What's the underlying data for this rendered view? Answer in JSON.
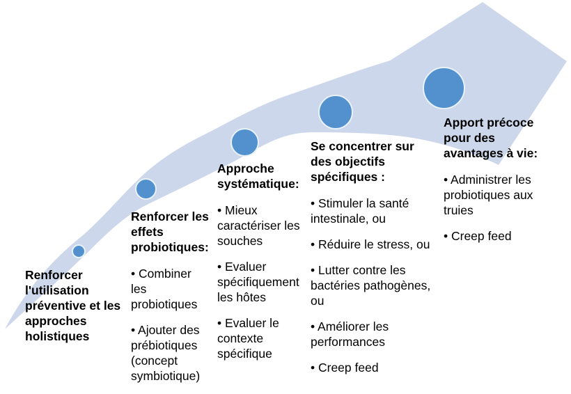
{
  "diagram_title": "",
  "colors": {
    "arrow_band": "#CDD7EB",
    "circle_fill": "#5291CD",
    "circle_ring": "#E9F1F9",
    "text": "#000000"
  },
  "arrow": {
    "description": "upward curving swoosh arrow pointing to top-right",
    "direction": "up-right"
  },
  "stages": [
    {
      "title": "Renforcer l'utilisation préventive et les approches holistiques",
      "title_lines": [
        "Renforcer",
        "l'utilisation",
        "préventive et les",
        "approches",
        "holistiques"
      ],
      "bullets": []
    },
    {
      "title": "Renforcer les effets probiotiques:",
      "title_lines": [
        "Renforcer les",
        "effets",
        "probiotiques:"
      ],
      "bullets": [
        [
          "• Combiner",
          "les",
          "probiotiques"
        ],
        [
          "• Ajouter des",
          "prébiotiques",
          "(concept",
          "symbiotique)"
        ]
      ]
    },
    {
      "title": "Approche systématique:",
      "title_lines": [
        "Approche",
        "systématique:"
      ],
      "bullets": [
        [
          "• Mieux",
          "caractériser les",
          "souches"
        ],
        [
          "• Evaluer",
          "spécifiquement",
          "les hôtes"
        ],
        [
          "• Evaluer le",
          "contexte",
          "spécifique"
        ]
      ]
    },
    {
      "title": "Se concentrer sur des objectifs spécifiques :",
      "title_lines": [
        "Se concentrer sur",
        "des objectifs",
        "spécifiques :"
      ],
      "bullets": [
        [
          "• Stimuler la santé",
          "intestinale, ou"
        ],
        [
          "• Réduire le stress, ou"
        ],
        [
          "• Lutter contre les",
          "bactéries pathogènes,",
          "ou"
        ],
        [
          "• Améliorer les",
          "performances"
        ],
        [
          "• Creep feed"
        ]
      ]
    },
    {
      "title": "Apport précoce pour des avantages à vie:",
      "title_lines": [
        "Apport précoce",
        "pour des",
        "avantages à vie:"
      ],
      "bullets": [
        [
          "• Administrer les",
          "probiotiques aux",
          "truies"
        ],
        [
          "• Creep feed"
        ]
      ]
    }
  ]
}
